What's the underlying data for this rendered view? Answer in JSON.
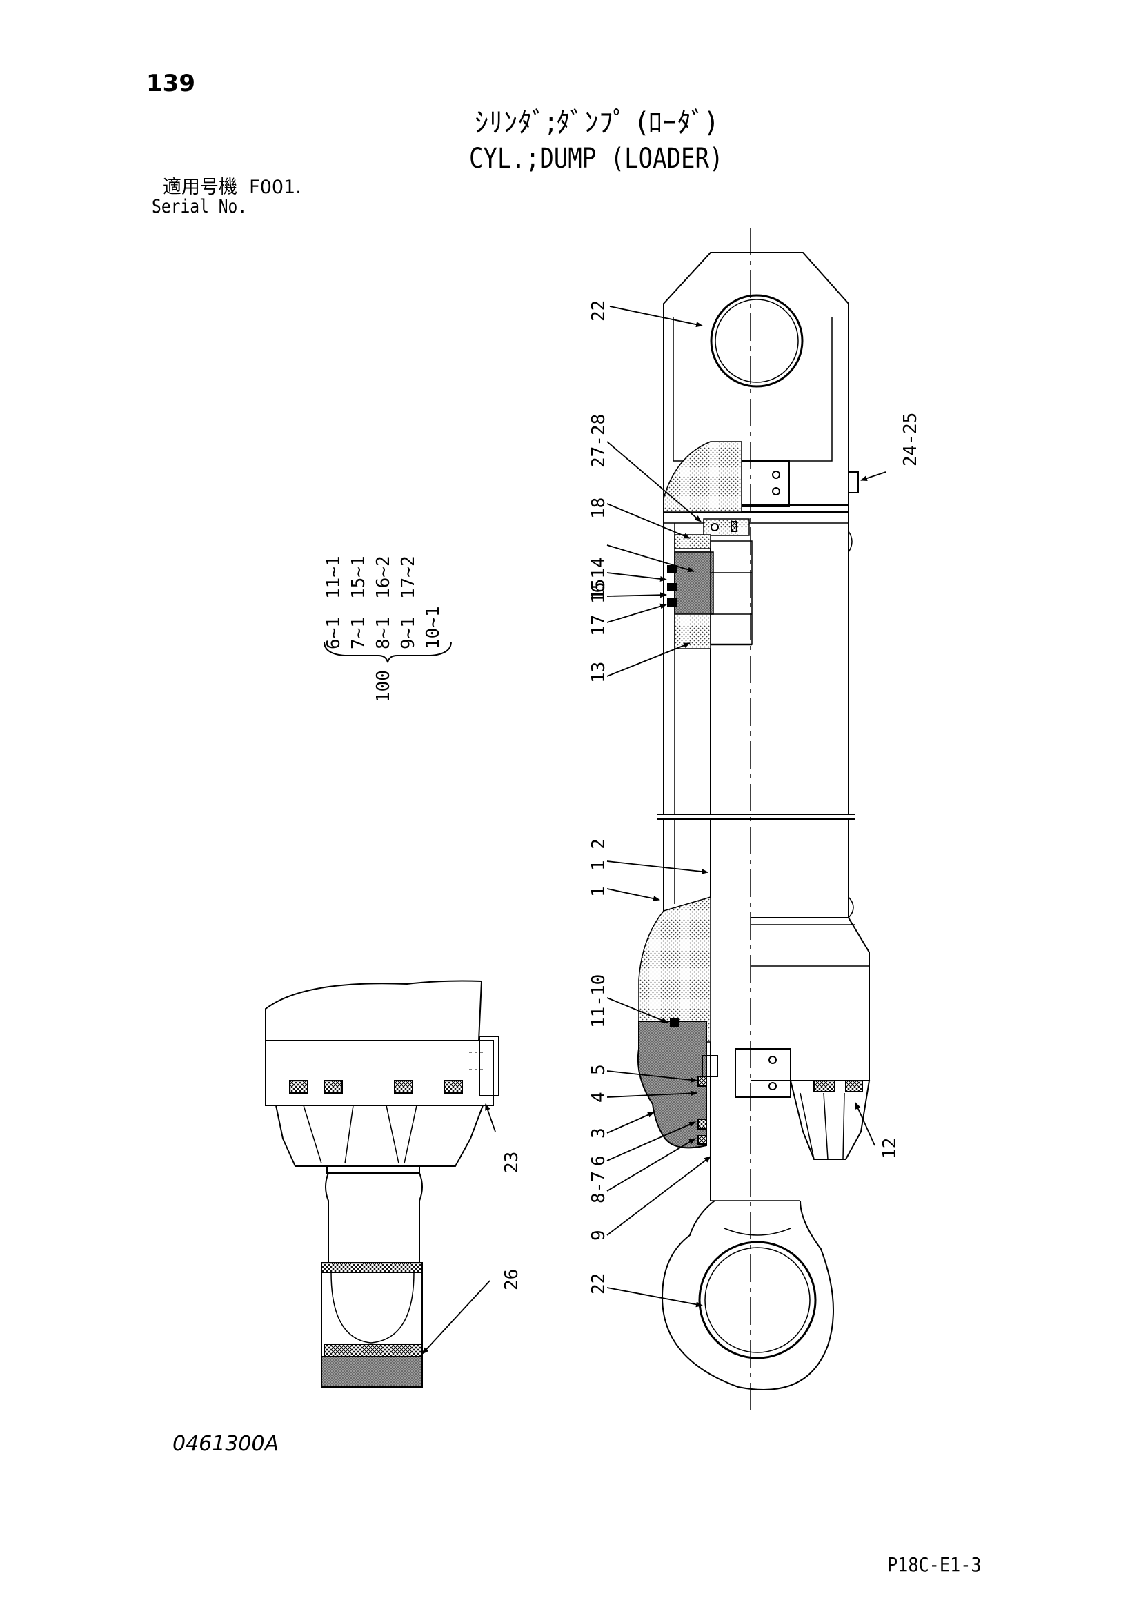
{
  "header": {
    "page_number": "139",
    "title_jp": "ｼﾘﾝﾀﾞ;ﾀﾞﾝﾌﾟ (ﾛｰﾀﾞ)",
    "title_en": "CYL.;DUMP (LOADER)",
    "serial_label_jp": "適用号機",
    "serial_value": "F001.",
    "serial_label_en": "Serial No."
  },
  "kit": {
    "label": "100",
    "entries": [
      "6~1",
      "7~1",
      "8~1",
      "9~1",
      "10~1",
      "11~1",
      "15~1",
      "16~2",
      "17~2"
    ]
  },
  "callouts": [
    "22",
    "24-25",
    "27-28",
    "18",
    "1514",
    "17 16",
    "13",
    "1 2",
    "1",
    "11-10",
    "5",
    "4",
    "3",
    "6",
    "8-7",
    "9",
    "22",
    "12",
    "23",
    "26"
  ],
  "footer": {
    "drawing_number": "0461300A",
    "sheet_number": "P18C-E1-3"
  }
}
